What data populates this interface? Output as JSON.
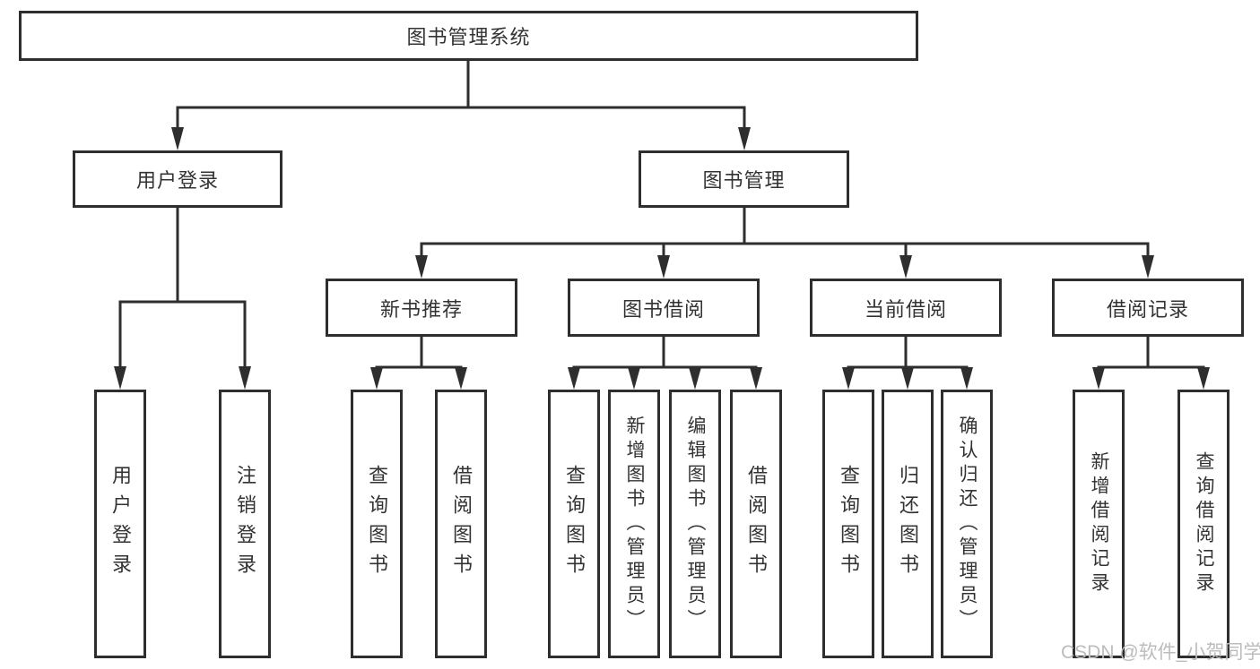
{
  "tree": {
    "label": "图书管理系统",
    "children": [
      {
        "label": "用户登录",
        "children": [
          {
            "label": "用户登录"
          },
          {
            "label": "注销登录"
          }
        ]
      },
      {
        "label": "图书管理",
        "children": [
          {
            "label": "新书推荐",
            "children": [
              {
                "label": "查询图书"
              },
              {
                "label": "借阅图书"
              }
            ]
          },
          {
            "label": "图书借阅",
            "children": [
              {
                "label": "查询图书"
              },
              {
                "label": "新增图书（管理员）"
              },
              {
                "label": "编辑图书（管理员）"
              },
              {
                "label": "借阅图书"
              }
            ]
          },
          {
            "label": "当前借阅",
            "children": [
              {
                "label": "查询图书"
              },
              {
                "label": "归还图书"
              },
              {
                "label": "确认归还（管理员）"
              }
            ]
          },
          {
            "label": "借阅记录",
            "children": [
              {
                "label": "新增借阅记录"
              },
              {
                "label": "查询借阅记录"
              }
            ]
          }
        ]
      }
    ]
  },
  "watermark": {
    "text": "CSDN @软件_小贺同学"
  },
  "colors": {
    "line": "#2e2e2e",
    "text": "#333333",
    "watermark": "#bcbcbc",
    "background": "#ffffff"
  }
}
